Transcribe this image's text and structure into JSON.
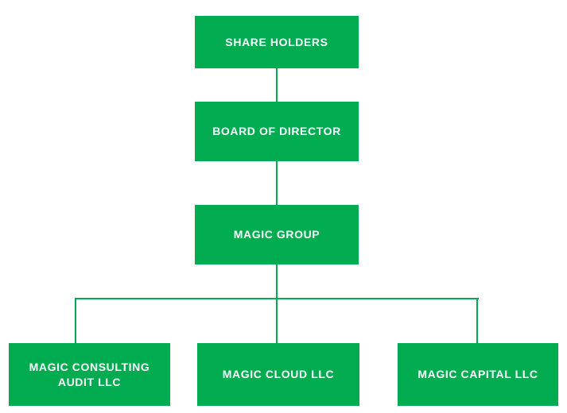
{
  "org_chart": {
    "type": "org-chart",
    "background": "#ffffff",
    "colors": {
      "node_fill": "#00AC4F",
      "connector": "#00AC4F",
      "node_text": "#ffffff"
    },
    "nodes": [
      {
        "id": "share-holders",
        "label": "SHARE HOLDERS",
        "parent": null
      },
      {
        "id": "board-of-director",
        "label": "BOARD OF DIRECTOR",
        "parent": "share-holders"
      },
      {
        "id": "magic-group",
        "label": "MAGIC GROUP",
        "parent": "board-of-director"
      },
      {
        "id": "magic-consulting-audit-llc",
        "label": "MAGIC CONSULTING AUDIT LLC",
        "parent": "magic-group"
      },
      {
        "id": "magic-cloud-llc",
        "label": "MAGIC CLOUD LLC",
        "parent": "magic-group"
      },
      {
        "id": "magic-capital-llc",
        "label": "MAGIC CAPITAL LLC",
        "parent": "magic-group"
      }
    ]
  }
}
